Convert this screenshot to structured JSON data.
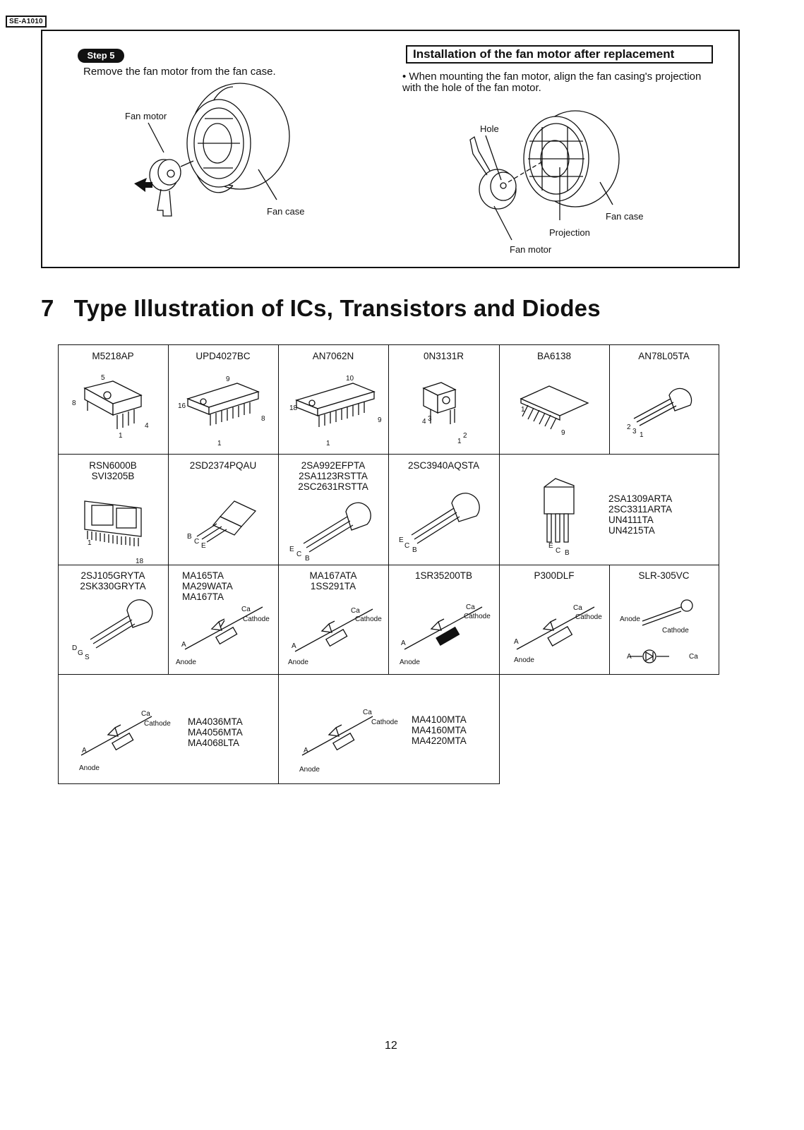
{
  "header": {
    "model_tag": "SE-A1010"
  },
  "removal": {
    "step_badge": "Step 5",
    "instruction": "Remove the fan motor from the fan case.",
    "label_fan_motor": "Fan motor",
    "label_fan_case": "Fan case"
  },
  "installation": {
    "title": "Installation of the fan motor after replacement",
    "note": "• When mounting the fan motor, align the fan casing's projection with the hole of the fan motor.",
    "label_hole": "Hole",
    "label_fan_case": "Fan case",
    "label_projection": "Projection",
    "label_fan_motor": "Fan motor"
  },
  "section": {
    "title": "7   Type Illustration of ICs, Transistors and Diodes"
  },
  "table": {
    "row1": [
      "M5218AP",
      "UPD4027BC",
      "AN7062N",
      "0N3131R",
      "BA6138",
      "AN78L05TA"
    ],
    "row2": {
      "c1": [
        "RSN6000B",
        "SVI3205B"
      ],
      "c2": [
        "2SD2374PQAU"
      ],
      "c3": [
        "2SA992EFPTA",
        "2SA1123RSTTA",
        "2SC2631RSTTA"
      ],
      "c4": [
        "2SC3940AQSTA"
      ],
      "c5": [
        "2SA1309ARTA",
        "2SC3311ARTA",
        "UN4111TA",
        "UN4215TA"
      ]
    },
    "row3": {
      "c1": [
        "2SJ105GRYTA",
        "2SK330GRYTA"
      ],
      "c2": [
        "MA165TA",
        "MA29WATA",
        "MA167TA"
      ],
      "c3": [
        "MA167ATA",
        "1SS291TA"
      ],
      "c4": [
        "1SR35200TB"
      ],
      "c5": [
        "P300DLF"
      ],
      "c6": [
        "SLR-305VC"
      ]
    },
    "row4": {
      "c1": [
        "MA4036MTA",
        "MA4056MTA",
        "MA4068LTA"
      ],
      "c2": [
        "MA4100MTA",
        "MA4160MTA",
        "MA4220MTA"
      ]
    },
    "pin_labels": {
      "m5218_5": "5",
      "m5218_8": "8",
      "m5218_4": "4",
      "m5218_1": "1",
      "upd_9": "9",
      "upd_16": "16",
      "upd_8": "8",
      "upd_1": "1",
      "an7062_10": "10",
      "an7062_18": "18",
      "an7062_9": "9",
      "an7062_1": "1",
      "on_4": "4",
      "on_3": "3",
      "on_1": "1",
      "on_2": "2",
      "ba_1": "1",
      "ba_9": "9",
      "an78_2": "2",
      "an78_3": "3",
      "an78_1": "1",
      "rsn_1": "1",
      "rsn_18": "18",
      "b": "B",
      "c": "C",
      "e": "E",
      "d": "D",
      "g": "G",
      "s": "S",
      "ca": "Ca",
      "cathode": "Cathode",
      "a": "A",
      "anode": "Anode"
    }
  },
  "footer": {
    "page_number": "12"
  }
}
